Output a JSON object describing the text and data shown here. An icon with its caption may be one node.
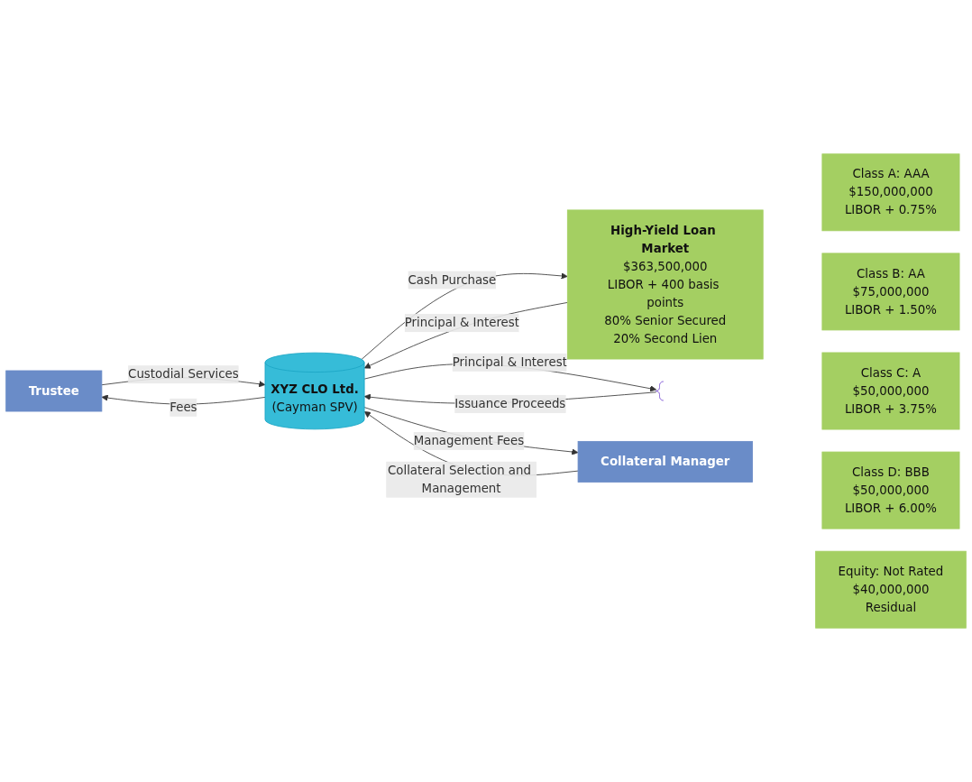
{
  "diagram": {
    "nodes": [
      {
        "text": [
          "Trustee"
        ]
      },
      {
        "text": [
          "High-Yield Loan Market",
          "$363,500,000",
          "LIBOR + 400 basis points",
          "80% Senior Secured",
          "20% Second Lien"
        ]
      },
      {
        "text": [
          "XYZ CLO Ltd.",
          "(Cayman SPV)"
        ]
      },
      {
        "text": [
          "Class A: AAA",
          "$150,000,000",
          "LIBOR + 0.75%"
        ]
      },
      {
        "text": [
          "Class B: AA",
          "$75,000,000",
          "LIBOR + 1.50%"
        ]
      },
      {
        "text": [
          "Class C: A",
          "$50,000,000",
          "LIBOR + 3.75%"
        ]
      },
      {
        "text": [
          "Class D: BBB",
          "$50,000,000",
          "LIBOR + 6.00%"
        ]
      },
      {
        "text": [
          "Equity: Not Rated",
          "$40,000,000",
          "Residual"
        ]
      },
      {
        "text": [],
        "shape": "brace"
      },
      {
        "text": [
          "Collateral Manager"
        ]
      }
    ],
    "edges": [
      {
        "from": 2,
        "to": 0,
        "arrow": "to",
        "label": "Fees"
      },
      {
        "from": 0,
        "to": 2,
        "arrow": "to",
        "label": "Custodial Services"
      },
      {
        "from": 2,
        "to": 1,
        "arrow": "to",
        "label": "Cash Purchase"
      },
      {
        "from": 1,
        "to": 2,
        "arrow": "to",
        "label": "Principal & Interest"
      },
      {
        "from": 8,
        "to": 2,
        "arrow": "to",
        "label": "Issuance Proceeds"
      },
      {
        "from": 2,
        "to": 8,
        "arrow": "to",
        "label": "Principal & Interest"
      },
      {
        "from": 9,
        "to": 2,
        "arrow": "to",
        "label": "Collateral Selection and Management"
      },
      {
        "from": 2,
        "to": 9,
        "arrow": "to",
        "label": "Management Fees"
      }
    ]
  }
}
